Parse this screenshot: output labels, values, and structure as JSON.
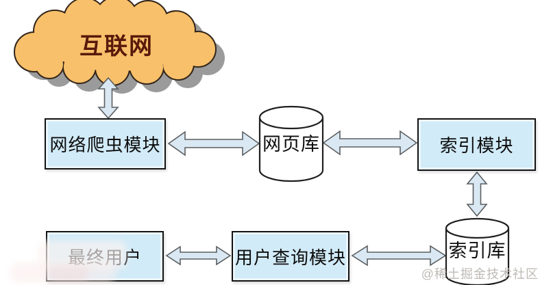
{
  "diagram": {
    "nodes": [
      {
        "id": "internet",
        "type": "cloud",
        "label": "互联网"
      },
      {
        "id": "crawler",
        "type": "process",
        "label": "网络爬虫模块"
      },
      {
        "id": "webdb",
        "type": "datastore",
        "label": "网页库"
      },
      {
        "id": "indexer",
        "type": "process",
        "label": "索引模块"
      },
      {
        "id": "enduser",
        "type": "process",
        "label": "最终用户"
      },
      {
        "id": "query",
        "type": "process",
        "label": "用户查询模块"
      },
      {
        "id": "indexdb",
        "type": "datastore",
        "label": "索引库"
      }
    ],
    "edges": [
      {
        "from": "internet",
        "to": "crawler",
        "style": "double-arrow"
      },
      {
        "from": "crawler",
        "to": "webdb",
        "style": "double-arrow"
      },
      {
        "from": "webdb",
        "to": "indexer",
        "style": "double-arrow"
      },
      {
        "from": "indexer",
        "to": "indexdb",
        "style": "double-arrow"
      },
      {
        "from": "enduser",
        "to": "query",
        "style": "double-arrow"
      },
      {
        "from": "query",
        "to": "indexdb",
        "style": "double-arrow"
      }
    ]
  },
  "watermark": {
    "text": "@稀土掘金技术社区"
  },
  "colors": {
    "cloud-fill": "#f8c06a",
    "cloud-stroke": "#33251a",
    "cloud-text": "#58190b",
    "cloud-shadow": "#9b9b9b",
    "module-fill": "#d2ebf8",
    "module-border": "#121212",
    "arrow-fill": "#d9e8f3",
    "arrow-stroke": "#5b5e60",
    "datastore-fill": "#ffffff",
    "datastore-stroke": "#1f1f1f",
    "label-text": "#0d0d0d",
    "watermark-text": "#bdb9b5",
    "canvas-bg": "#ffffff"
  }
}
